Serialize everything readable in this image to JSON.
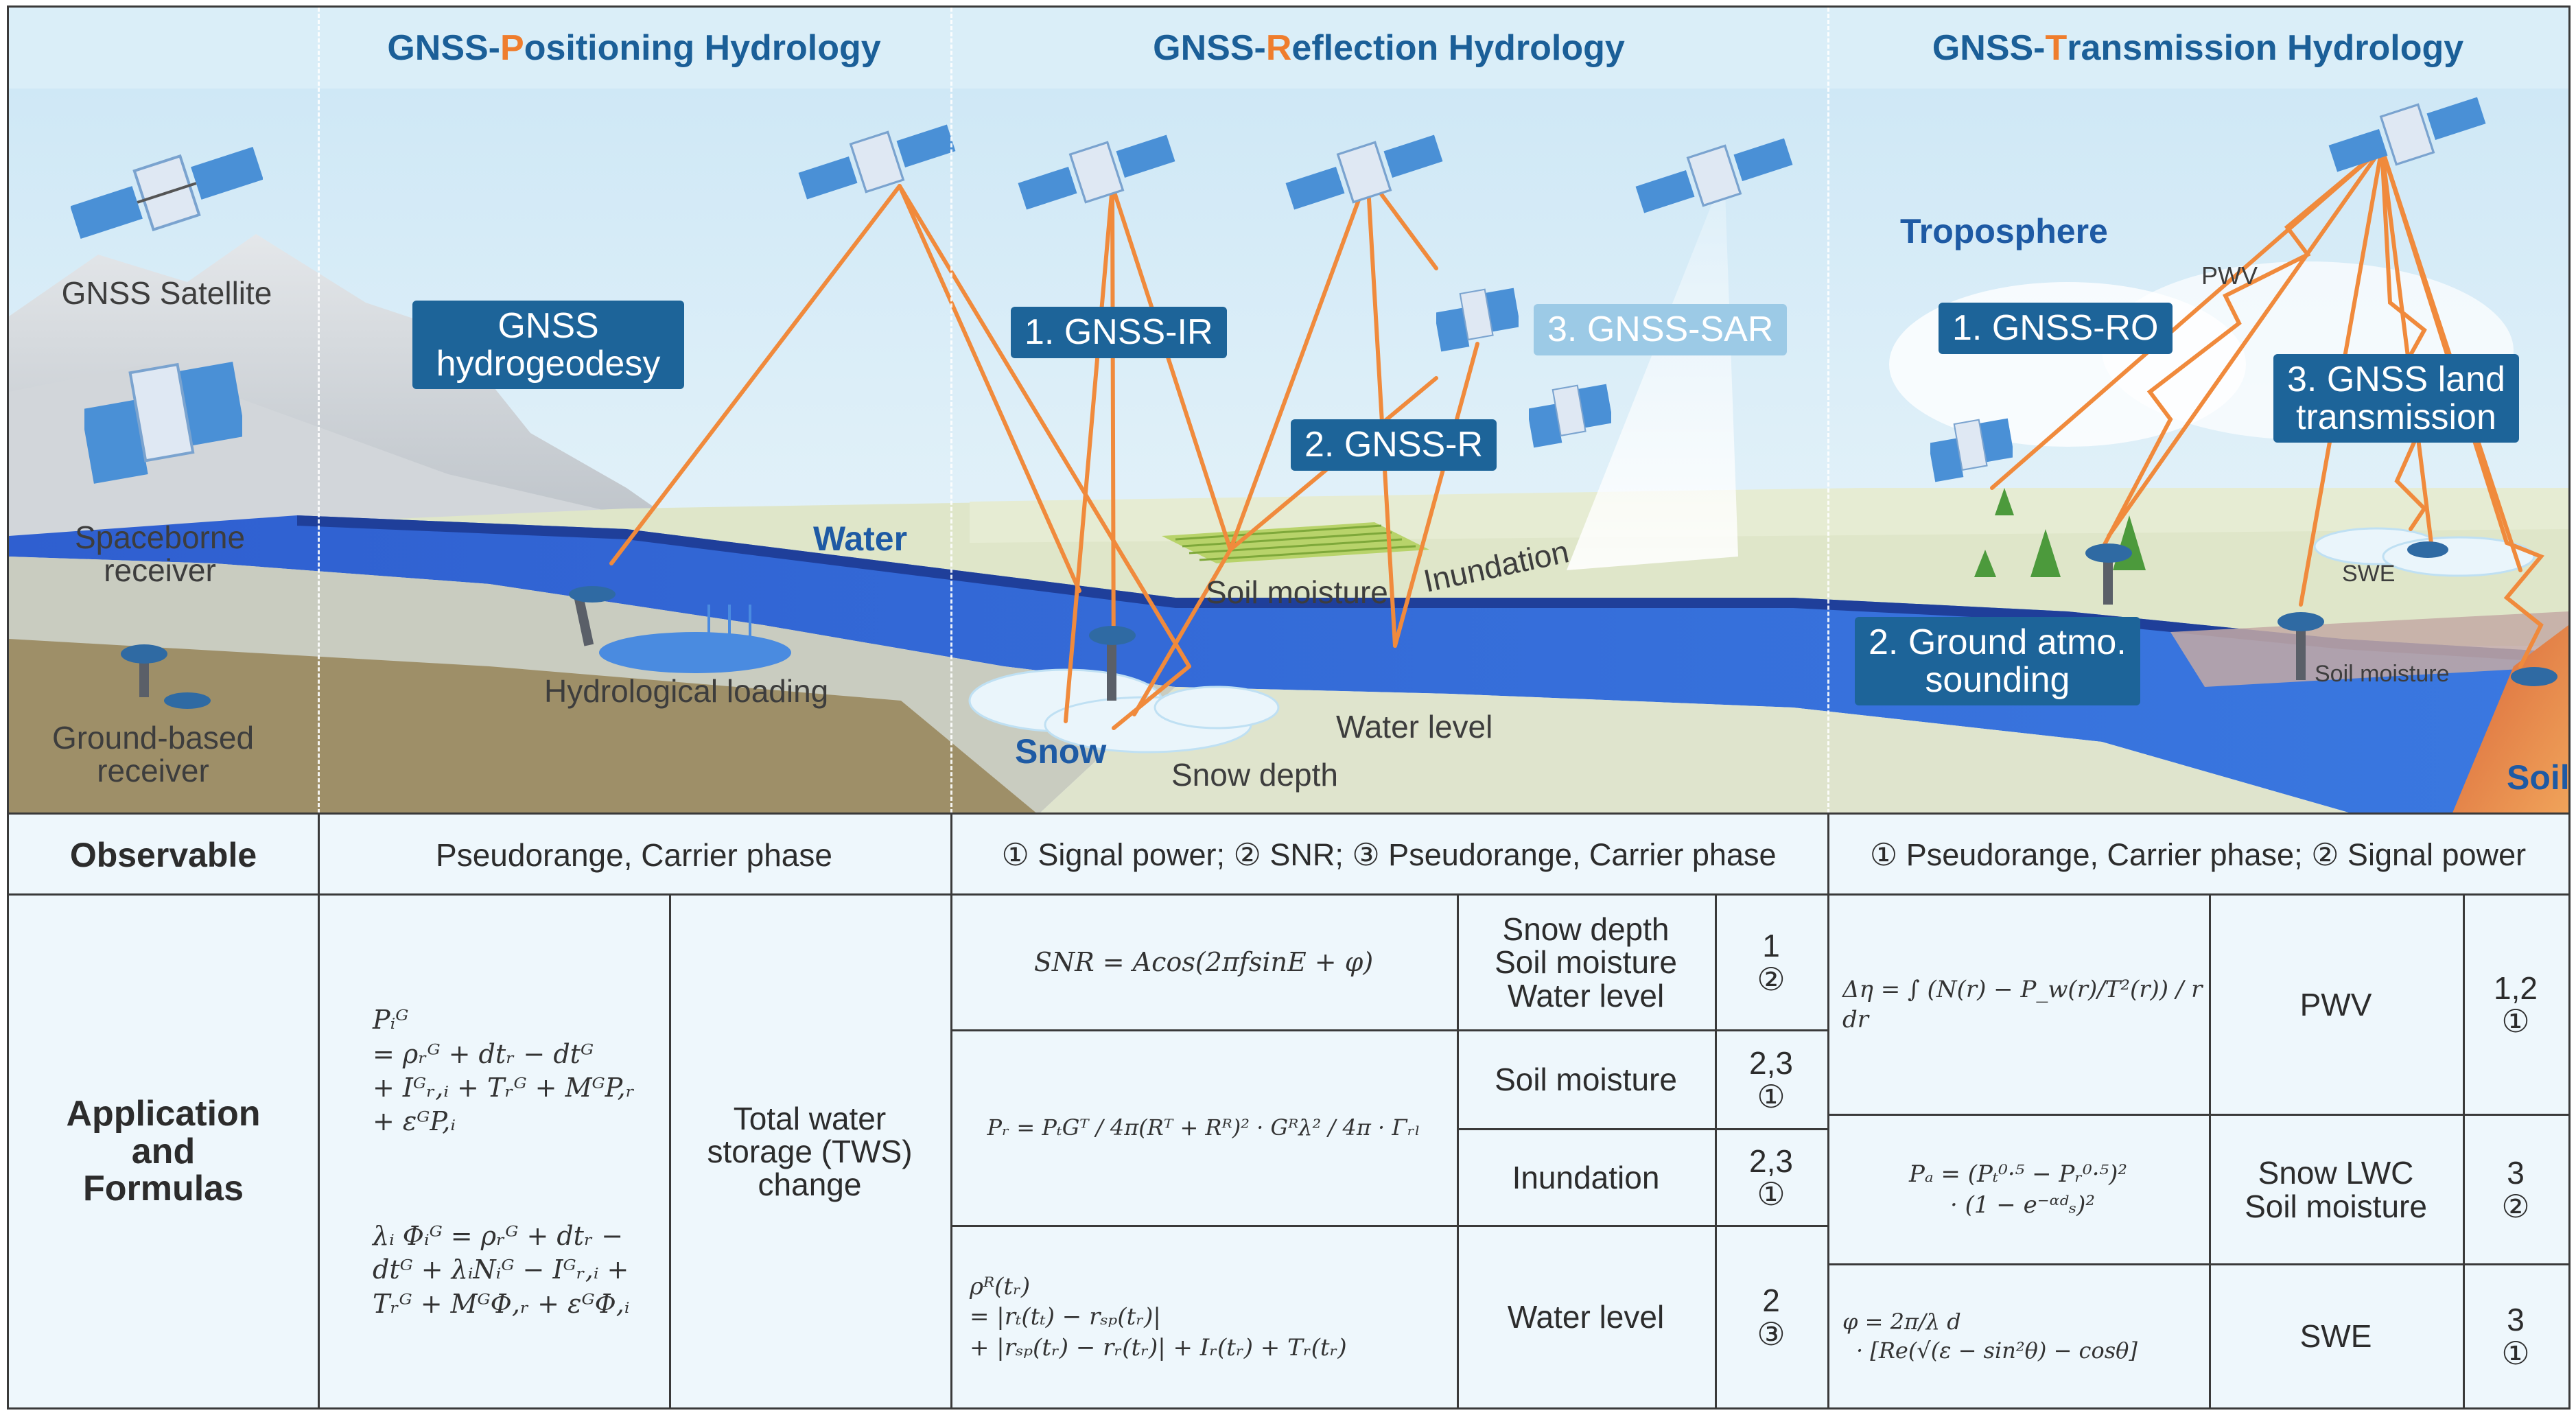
{
  "headers": {
    "positioning": {
      "pre": "GNSS-",
      "hi": "P",
      "post": "ositioning Hydrology"
    },
    "reflection": {
      "pre": "GNSS-",
      "hi": "R",
      "post": "eflection Hydrology"
    },
    "transmission": {
      "pre": "GNSS-",
      "hi": "T",
      "post": "ransmission Hydrology"
    }
  },
  "legend": {
    "satellite": "GNSS Satellite",
    "spaceborne": [
      "Spaceborne",
      "receiver"
    ],
    "ground": [
      "Ground-based",
      "receiver"
    ]
  },
  "scene_labels": {
    "hydrogeodesy": [
      "GNSS",
      "hydrogeodesy"
    ],
    "gnss_ir": "1. GNSS-IR",
    "gnss_r": "2. GNSS-R",
    "gnss_sar": "3. GNSS-SAR",
    "gnss_ro": "1. GNSS-RO",
    "land_transmission": [
      "3. GNSS land",
      "transmission"
    ],
    "ground_atmo": [
      "2. Ground atmo.",
      "sounding"
    ],
    "troposphere": "Troposphere",
    "pwv": "PWV",
    "water": "Water",
    "hydrological_loading": "Hydrological loading",
    "soil_moisture": "Soil moisture",
    "inundation": "Inundation",
    "water_level": "Water level",
    "snow": "Snow",
    "snow_depth": "Snow depth",
    "swe": "SWE",
    "soil_moisture_small": "Soil moisture",
    "soil": "Soil"
  },
  "table": {
    "observable_label": "Observable",
    "observable_p": "Pseudorange, Carrier phase",
    "observable_r": "① Signal power; ② SNR; ③ Pseudorange, Carrier phase",
    "observable_t": "① Pseudorange, Carrier phase; ② Signal power",
    "app_label": [
      "Application",
      "and",
      "Formulas"
    ],
    "p_formula1": [
      "Pᵢᴳ",
      "= ρᵣᴳ + dtᵣ − dtᴳ",
      "+ Iᴳᵣ,ᵢ + Tᵣᴳ + MᴳP,ᵣ",
      "+ εᴳP,ᵢ"
    ],
    "p_formula2": [
      "λᵢ Φᵢᴳ = ρᵣᴳ + dtᵣ −",
      "dtᴳ + λᵢNᵢᴳ − Iᴳᵣ,ᵢ +",
      "Tᵣᴳ + MᴳΦ,ᵣ + εᴳΦ,ᵢ"
    ],
    "p_app": [
      "Total water",
      "storage (TWS)",
      "change"
    ],
    "r_rows": [
      {
        "formula": [
          "SNR = Acos(2πfsinE + φ)"
        ],
        "app": [
          "Snow depth",
          "Soil moisture",
          "Water level"
        ],
        "tag": [
          "1",
          "②"
        ]
      },
      {
        "formula": [
          "Pᵣ = PₜGᵀ / 4π(Rᵀ + Rᴿ)² · Gᴿλ² / 4π · Γᵣₗ"
        ],
        "app": [
          "Soil moisture"
        ],
        "tag": [
          "2,3",
          "①"
        ]
      },
      {
        "formula": [],
        "app": [
          "Inundation"
        ],
        "tag": [
          "2,3",
          "①"
        ]
      },
      {
        "formula": [
          "ρᴿ(tᵣ)",
          "= |rₜ(tₜ) − rₛₚ(tᵣ)|",
          "+ |rₛₚ(tᵣ) − rᵣ(tᵣ)| + Iᵣ(tᵣ) + Tᵣ(tᵣ)"
        ],
        "app": [
          "Water level"
        ],
        "tag": [
          "2",
          "③"
        ]
      }
    ],
    "t_rows": [
      {
        "formula": [
          "Δη = ∫ (N(r) − P_w(r)/T²(r)) / r dr"
        ],
        "app": [
          "PWV"
        ],
        "tag": [
          "1,2",
          "①"
        ]
      },
      {
        "formula": [
          "Pₐ = (Pₜ⁰·⁵ − Pᵣ⁰·⁵)²",
          "· (1 − e⁻ᵅᵈₛ)²"
        ],
        "app": [
          "Snow LWC",
          "Soil moisture"
        ],
        "tag": [
          "3",
          "②"
        ]
      },
      {
        "formula": [
          "φ = 2π/λ d",
          "· [Re(√(ε − sin²θ) − cosθ]"
        ],
        "app": [
          "SWE"
        ],
        "tag": [
          "3",
          "①"
        ]
      }
    ]
  },
  "colors": {
    "header_bg": "#daeef8",
    "header_text": "#1b5f98",
    "accent_orange": "#ef7d2d",
    "box_blue": "#1d6499",
    "water": "#3a73d8",
    "table_bg": "#eef7fc"
  }
}
